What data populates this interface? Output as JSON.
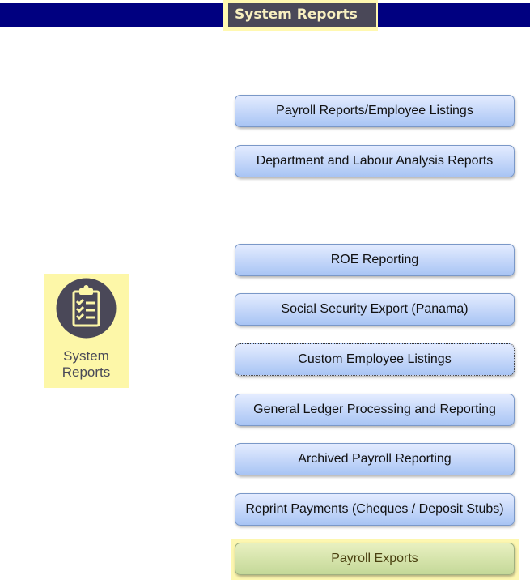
{
  "header": {
    "title": "System Reports"
  },
  "sidebar": {
    "icon": "clipboard-checklist-icon",
    "label_line1": "System",
    "label_line2": "Reports"
  },
  "buttons": [
    {
      "label": "Payroll Reports/Employee Listings"
    },
    {
      "label": "Department and Labour Analysis Reports"
    },
    {
      "label": "ROE Reporting"
    },
    {
      "label": "Social Security Export (Panama)"
    },
    {
      "label": "Custom Employee Listings"
    },
    {
      "label": "General Ledger  Processing and Reporting"
    },
    {
      "label": "Archived Payroll Reporting"
    },
    {
      "label": "Reprint Payments (Cheques / Deposit Stubs)"
    },
    {
      "label": "Payroll Exports"
    }
  ],
  "colors": {
    "header": "#000080",
    "button": "#a8c4f4",
    "highlight": "#fdf7b0",
    "active": "#c4d898"
  }
}
